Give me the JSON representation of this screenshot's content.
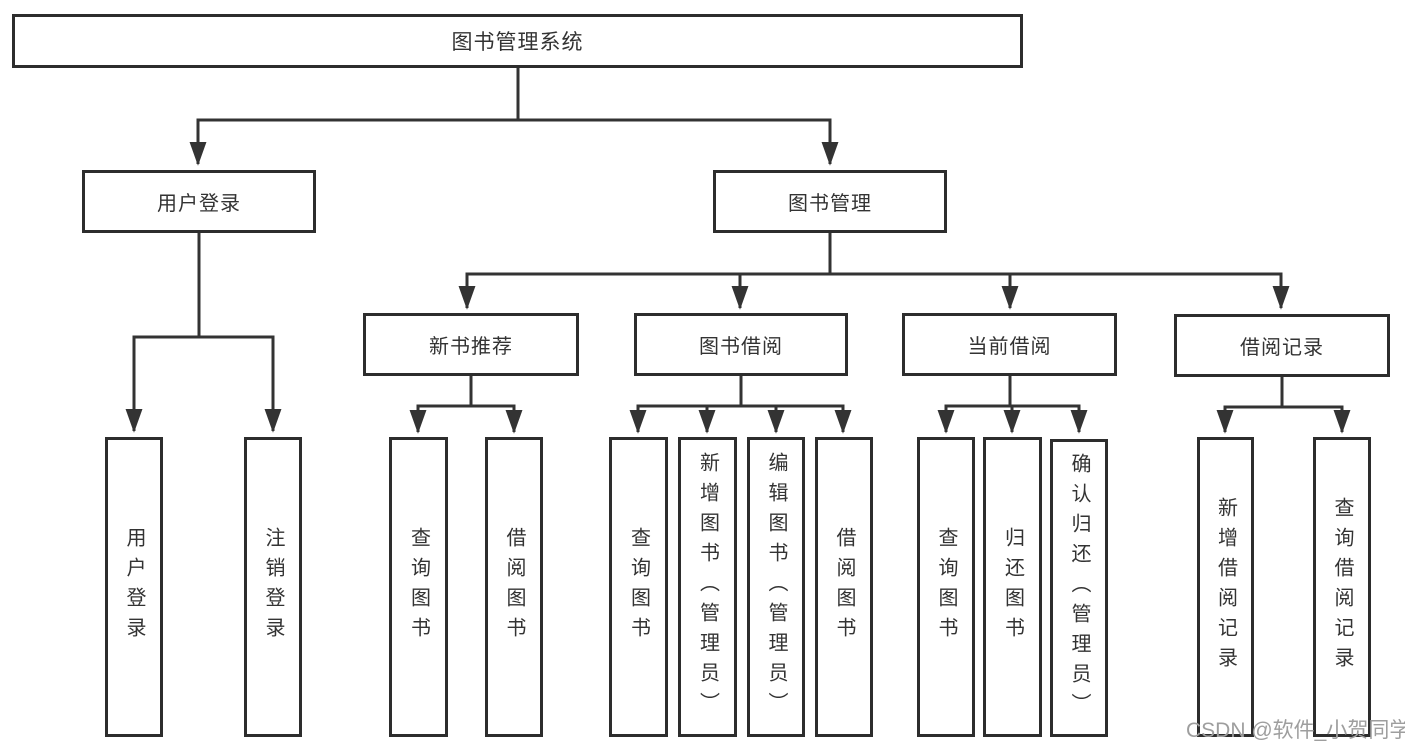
{
  "diagram": {
    "title": "图书管理系统",
    "tree": {
      "label": "图书管理系统",
      "children": [
        {
          "label": "用户登录",
          "children": [
            {
              "label": "用户登录"
            },
            {
              "label": "注销登录"
            }
          ]
        },
        {
          "label": "图书管理",
          "children": [
            {
              "label": "新书推荐",
              "children": [
                {
                  "label": "查询图书"
                },
                {
                  "label": "借阅图书"
                }
              ]
            },
            {
              "label": "图书借阅",
              "children": [
                {
                  "label": "查询图书"
                },
                {
                  "label": "新增图书（管理员）"
                },
                {
                  "label": "编辑图书（管理员）"
                },
                {
                  "label": "借阅图书"
                }
              ]
            },
            {
              "label": "当前借阅",
              "children": [
                {
                  "label": "查询图书"
                },
                {
                  "label": "归还图书"
                },
                {
                  "label": "确认归还（管理员）"
                }
              ]
            },
            {
              "label": "借阅记录",
              "children": [
                {
                  "label": "新增借阅记录"
                },
                {
                  "label": "查询借阅记录"
                }
              ]
            }
          ]
        }
      ]
    },
    "colors": {
      "line": "#333333",
      "border": "#2d2d2d",
      "text": "#333333",
      "watermark": "#9e9e9e",
      "background": "#ffffff"
    }
  },
  "watermark": {
    "text": "CSDN @软件_小贺同学"
  }
}
